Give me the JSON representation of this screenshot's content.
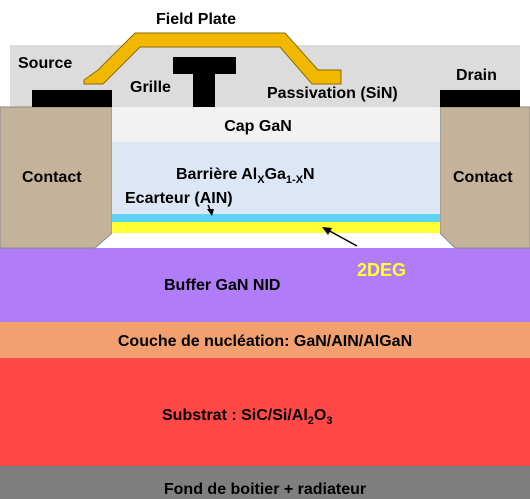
{
  "labels": {
    "field_plate": "Field Plate",
    "source": "Source",
    "grille": "Grille",
    "drain": "Drain",
    "passivation": "Passivation (SiN)",
    "cap": "Cap GaN",
    "contact_left": "Contact",
    "contact_right": "Contact",
    "barrier_prefix": "Barrière Al",
    "barrier_sub_x": "X",
    "barrier_ga": "Ga",
    "barrier_sub_1x": "1-X",
    "barrier_n": "N",
    "spacer": "Ecarteur (AIN)",
    "twodeg": "2DEG",
    "buffer": "Buffer GaN NID",
    "nucleation": "Couche de nucléation: GaN/AIN/AlGaN",
    "substrate_prefix": "Substrat : SiC/Si/Al",
    "substrate_sub_2": "2",
    "substrate_o": "O",
    "substrate_sub_3": "3",
    "package": "Fond de boitier + radiateur"
  },
  "colors": {
    "passivation_bg": "#dcdcdc",
    "cap": "#f2f2f2",
    "barrier": "#dce6f4",
    "spacer": "#5fd3f3",
    "channel": "#ffff33",
    "contact": "#c4b29a",
    "buffer": "#b07cf7",
    "nucleation": "#f2a070",
    "substrate": "#ff4848",
    "package": "#7f7f7f",
    "field_plate": "#f2b800",
    "metal": "#000000",
    "twodeg_text": "#ffff33"
  }
}
